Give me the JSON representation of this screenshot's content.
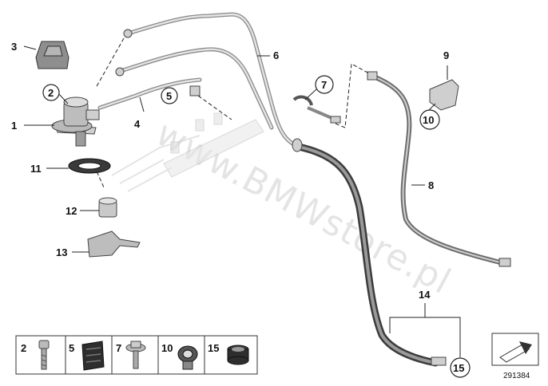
{
  "watermark": "www.BMWstore.pl",
  "callouts": [
    "1",
    "2",
    "3",
    "4",
    "5",
    "6",
    "7",
    "8",
    "9",
    "10",
    "11",
    "12",
    "13",
    "14",
    "15"
  ],
  "legend": [
    "2",
    "5",
    "7",
    "10",
    "15"
  ],
  "ref_number": "291384"
}
